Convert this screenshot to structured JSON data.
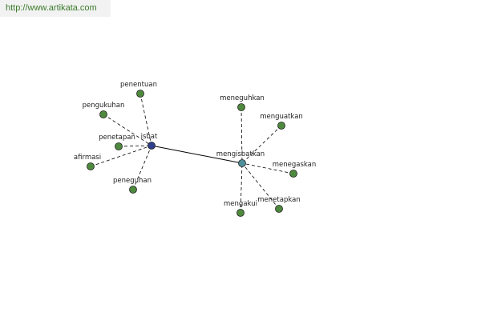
{
  "header": {
    "url": "http://www.artikata.com"
  },
  "colors": {
    "leaf": "#4e8a3e",
    "hub_isbat": "#2e3f8c",
    "hub_mengisbatkan": "#4f8f9a",
    "edge": "#000000"
  },
  "graph": {
    "hubs": [
      {
        "id": "isbat",
        "label": "isbat",
        "color_key": "hub_isbat"
      },
      {
        "id": "mengisbatkan",
        "label": "mengisbatkan",
        "color_key": "hub_mengisbatkan"
      }
    ],
    "leaves": [
      {
        "id": "penentuan",
        "label": "penentuan",
        "hub": "isbat"
      },
      {
        "id": "pengukuhan",
        "label": "pengukuhan",
        "hub": "isbat"
      },
      {
        "id": "penetapan",
        "label": "penetapan",
        "hub": "isbat"
      },
      {
        "id": "afirmasi",
        "label": "afirmasi",
        "hub": "isbat"
      },
      {
        "id": "peneguhan",
        "label": "peneguhan",
        "hub": "isbat"
      },
      {
        "id": "meneguhkan",
        "label": "meneguhkan",
        "hub": "mengisbatkan"
      },
      {
        "id": "menguatkan",
        "label": "menguatkan",
        "hub": "mengisbatkan"
      },
      {
        "id": "menegaskan",
        "label": "menegaskan",
        "hub": "mengisbatkan"
      },
      {
        "id": "menetapkan",
        "label": "menetapkan",
        "hub": "mengisbatkan"
      },
      {
        "id": "mengakui",
        "label": "mengakui",
        "hub": "mengisbatkan"
      }
    ],
    "hub_link": [
      "isbat",
      "mengisbatkan"
    ]
  }
}
